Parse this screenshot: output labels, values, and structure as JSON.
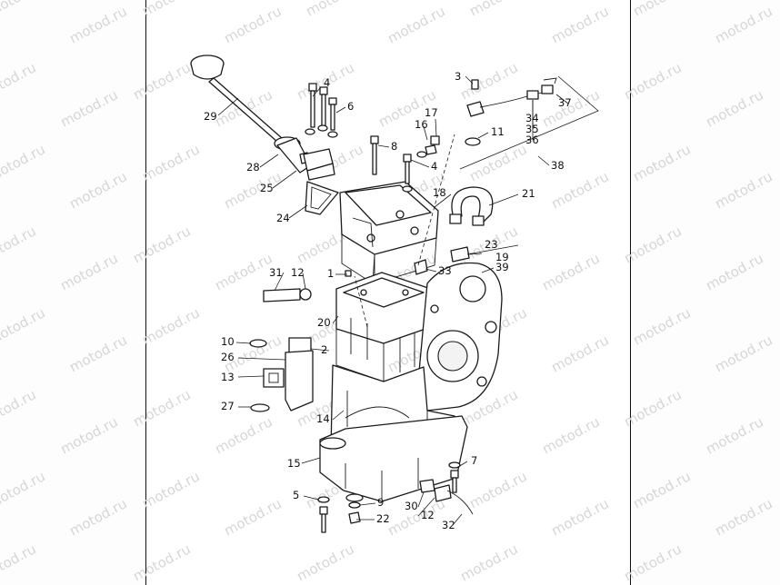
{
  "watermark": "motod.ru",
  "callouts": [
    "1",
    "2",
    "3",
    "4",
    "4",
    "5",
    "6",
    "7",
    "8",
    "9",
    "10",
    "11",
    "12",
    "12",
    "13",
    "14",
    "15",
    "16",
    "17",
    "18",
    "19",
    "20",
    "21",
    "22",
    "23",
    "24",
    "25",
    "26",
    "27",
    "28",
    "29",
    "30",
    "31",
    "32",
    "33",
    "34",
    "35",
    "36",
    "37",
    "38",
    "39"
  ]
}
